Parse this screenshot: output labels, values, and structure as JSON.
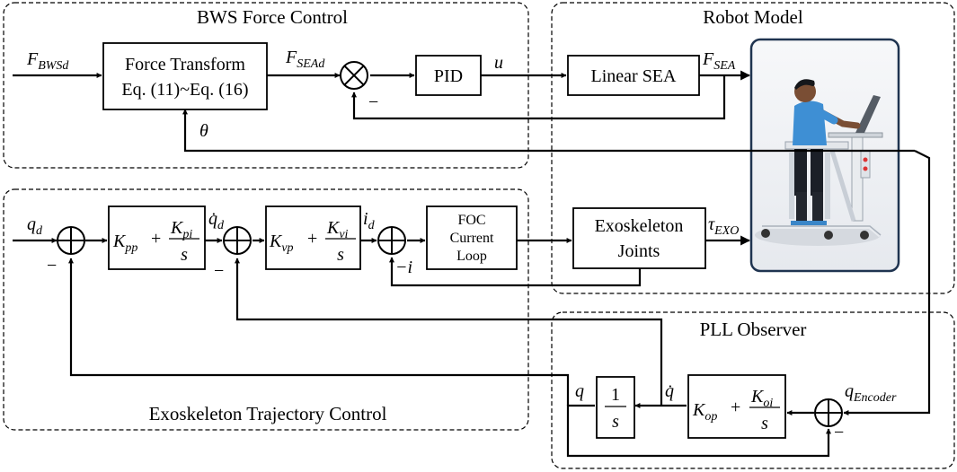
{
  "groups": {
    "bws": "BWS Force Control",
    "robot": "Robot Model",
    "trajectory": "Exoskeleton Trajectory Control",
    "pll": "PLL Observer"
  },
  "blocks": {
    "force_transform_line1": "Force Transform",
    "force_transform_line2": "Eq. (11)~Eq. (16)",
    "pid": "PID",
    "linear_sea": "Linear SEA",
    "foc_line1": "FOC",
    "foc_line2": "Current",
    "foc_line3": "Loop",
    "exo_joints_line1": "Exoskeleton",
    "exo_joints_line2": "Joints",
    "kpp": {
      "k": "K",
      "k_sub": "pp",
      "plus": "+",
      "num": "K",
      "num_sub": "pi",
      "den": "s"
    },
    "kvp": {
      "k": "K",
      "k_sub": "vp",
      "plus": "+",
      "num": "K",
      "num_sub": "vi",
      "den": "s"
    },
    "kop": {
      "k": "K",
      "k_sub": "op",
      "plus": "+",
      "num": "K",
      "num_sub": "oi",
      "den": "s"
    },
    "integrator": {
      "num": "1",
      "den": "s"
    }
  },
  "signals": {
    "f_bwsd": {
      "main": "F",
      "sub": "BWSd"
    },
    "f_sead": {
      "main": "F",
      "sub": "SEAd"
    },
    "u": "u",
    "f_sea": {
      "main": "F",
      "sub": "SEA"
    },
    "theta": "θ",
    "minus_sign": "−",
    "q_d": {
      "main": "q",
      "sub": "d"
    },
    "qdot_d": {
      "main": "q̇",
      "sub": "d"
    },
    "i_d": {
      "main": "i",
      "sub": "d"
    },
    "minus_i": "−i",
    "tau_exo": {
      "main": "τ",
      "sub": "EXO"
    },
    "q": "q",
    "qdot": "q̇",
    "q_encoder": {
      "main": "q",
      "sub": "Encoder"
    }
  }
}
